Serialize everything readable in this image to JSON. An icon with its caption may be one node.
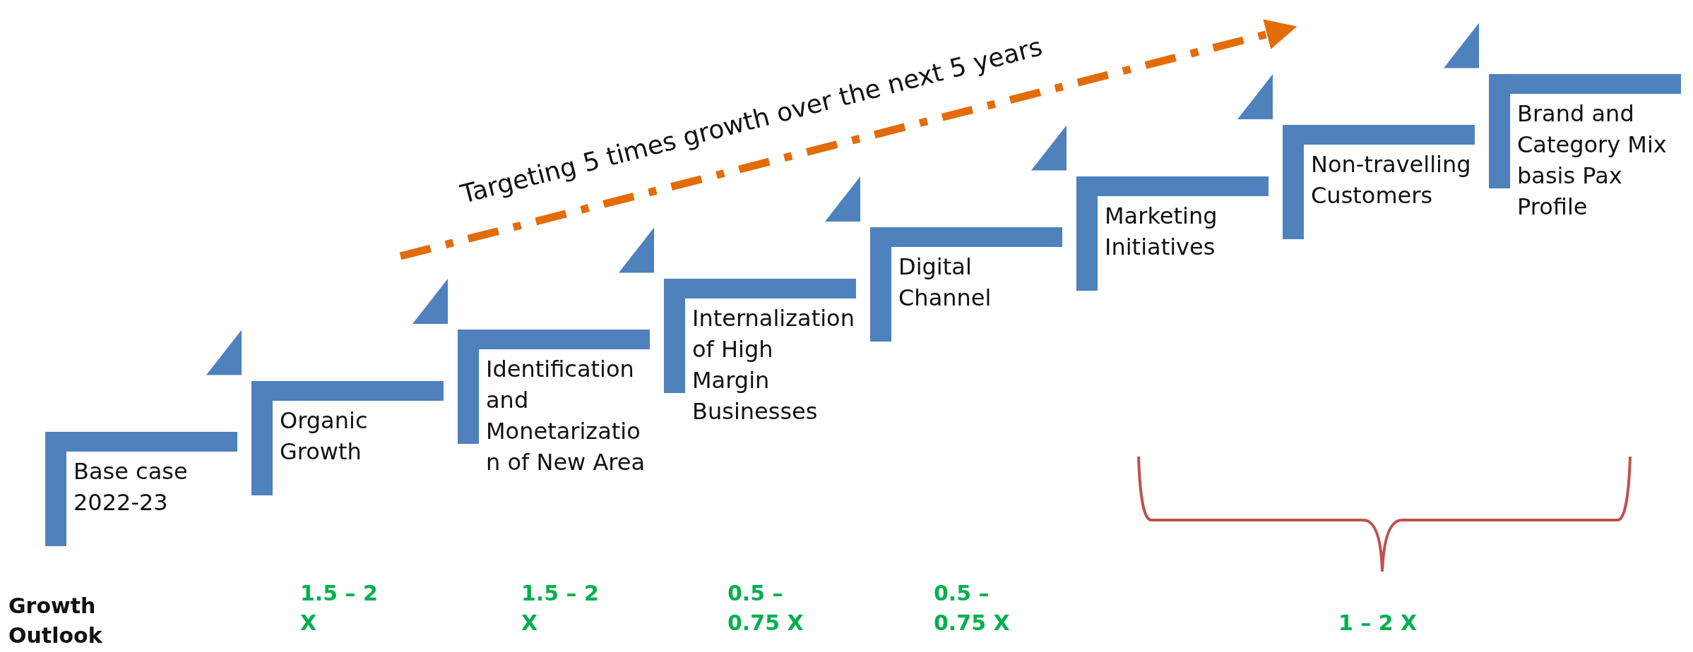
{
  "diagram": {
    "nodes": [
      {
        "text": [
          "Base case 2022-23"
        ]
      },
      {
        "text": [
          "Organic Growth"
        ]
      },
      {
        "text": [
          "Identification and Monetarization of New Area"
        ]
      },
      {
        "text": [
          "Internalization of High Margin Businesses"
        ]
      },
      {
        "text": [
          "Digital Channel"
        ]
      },
      {
        "text": [
          "Marketing Initiatives"
        ]
      },
      {
        "text": [
          "Non-travelling Customers"
        ]
      },
      {
        "text": [
          "Brand and Category Mix basis Pax Profile"
        ]
      }
    ],
    "labels": [
      "Targeting 5 times growth over the next 5 years",
      "Growth Outlook",
      "1.5 – 2 X",
      "1.5 – 2 X",
      "0.5 – 0.75 X",
      "0.5 – 0.75 X",
      "1 – 2 X"
    ]
  }
}
